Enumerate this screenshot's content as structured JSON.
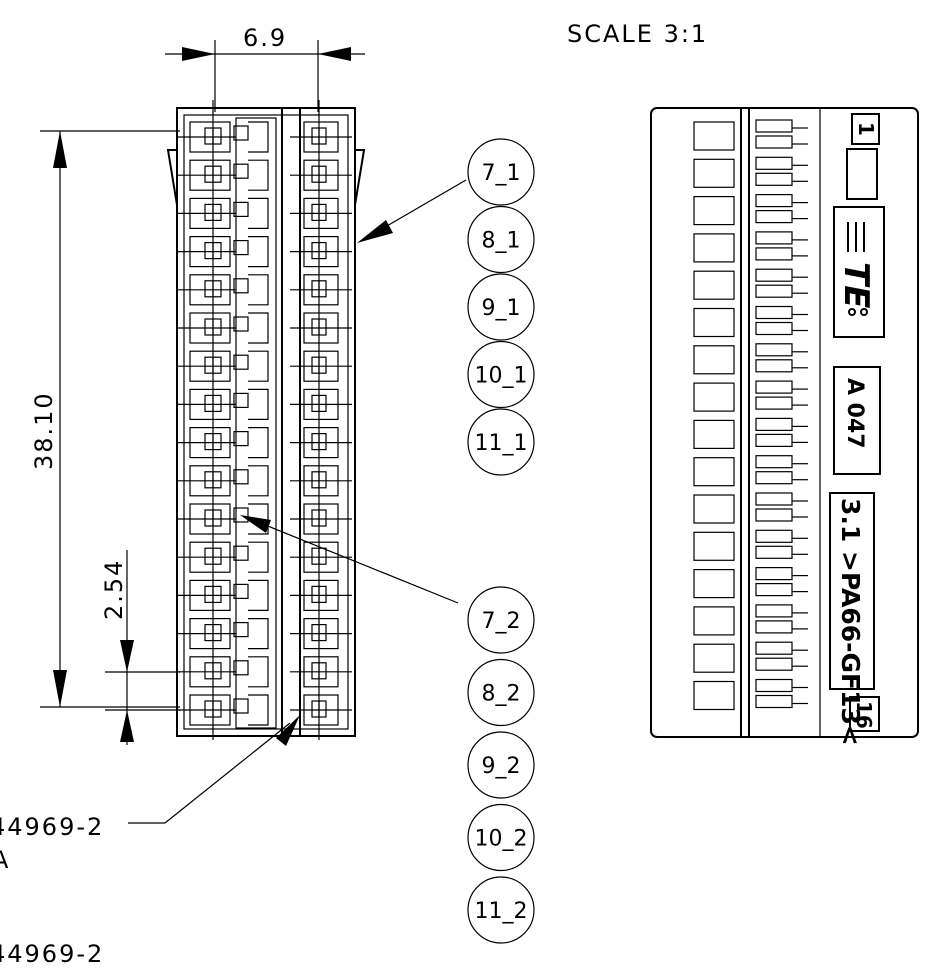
{
  "scale_label": "SCALE 3:1",
  "dimensions": {
    "width": "6.9",
    "height": "38.10",
    "pitch": "2.54"
  },
  "balloons_top": [
    "7_1",
    "8_1",
    "9_1",
    "10_1",
    "11_1"
  ],
  "balloons_bottom": [
    "7_2",
    "8_2",
    "9_2",
    "10_2",
    "11_2"
  ],
  "callouts": {
    "part_a": "44969-2",
    "part_a_rev": "A",
    "part_b": "44969-2"
  },
  "side_view": {
    "pin_first": "1",
    "logo": "TE",
    "date_code": "A 047",
    "material": "3.1 >PA66-GF13<",
    "pin_last": "16"
  },
  "pin_count": 16
}
